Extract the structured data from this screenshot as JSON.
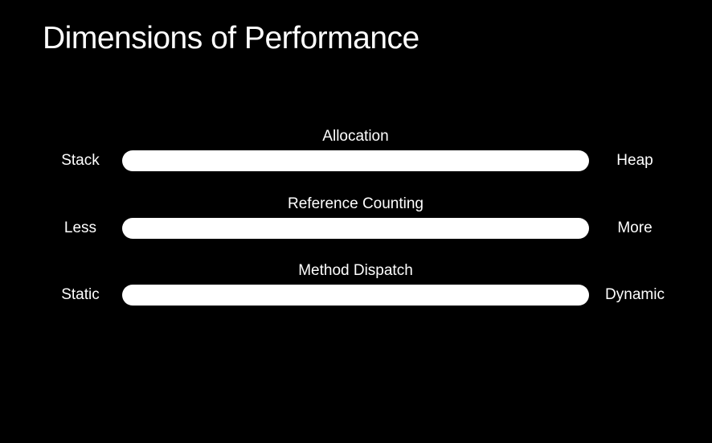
{
  "slide": {
    "title": "Dimensions of Performance",
    "background_color": "#000000",
    "text_color": "#ffffff",
    "bar_color": "#ffffff"
  },
  "dimensions": [
    {
      "label": "Allocation",
      "left": "Stack",
      "right": "Heap"
    },
    {
      "label": "Reference Counting",
      "left": "Less",
      "right": "More"
    },
    {
      "label": "Method Dispatch",
      "left": "Static",
      "right": "Dynamic"
    }
  ]
}
